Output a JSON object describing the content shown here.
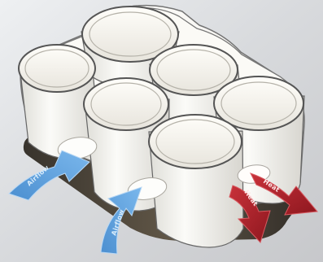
{
  "labels": {
    "airflow_left": "Airflow",
    "airflow_center": "Airflow",
    "heat_left": "Heat",
    "heat_right": "Heat"
  },
  "colors": {
    "background": "#d8d9db",
    "tray": "#efeeea",
    "cup": "#f7f6f3",
    "airflow": "#5d9fd8",
    "heat": "#b1262d",
    "base": "#4a4033"
  },
  "icons": {
    "airflow": "arrow",
    "heat": "arrow"
  }
}
